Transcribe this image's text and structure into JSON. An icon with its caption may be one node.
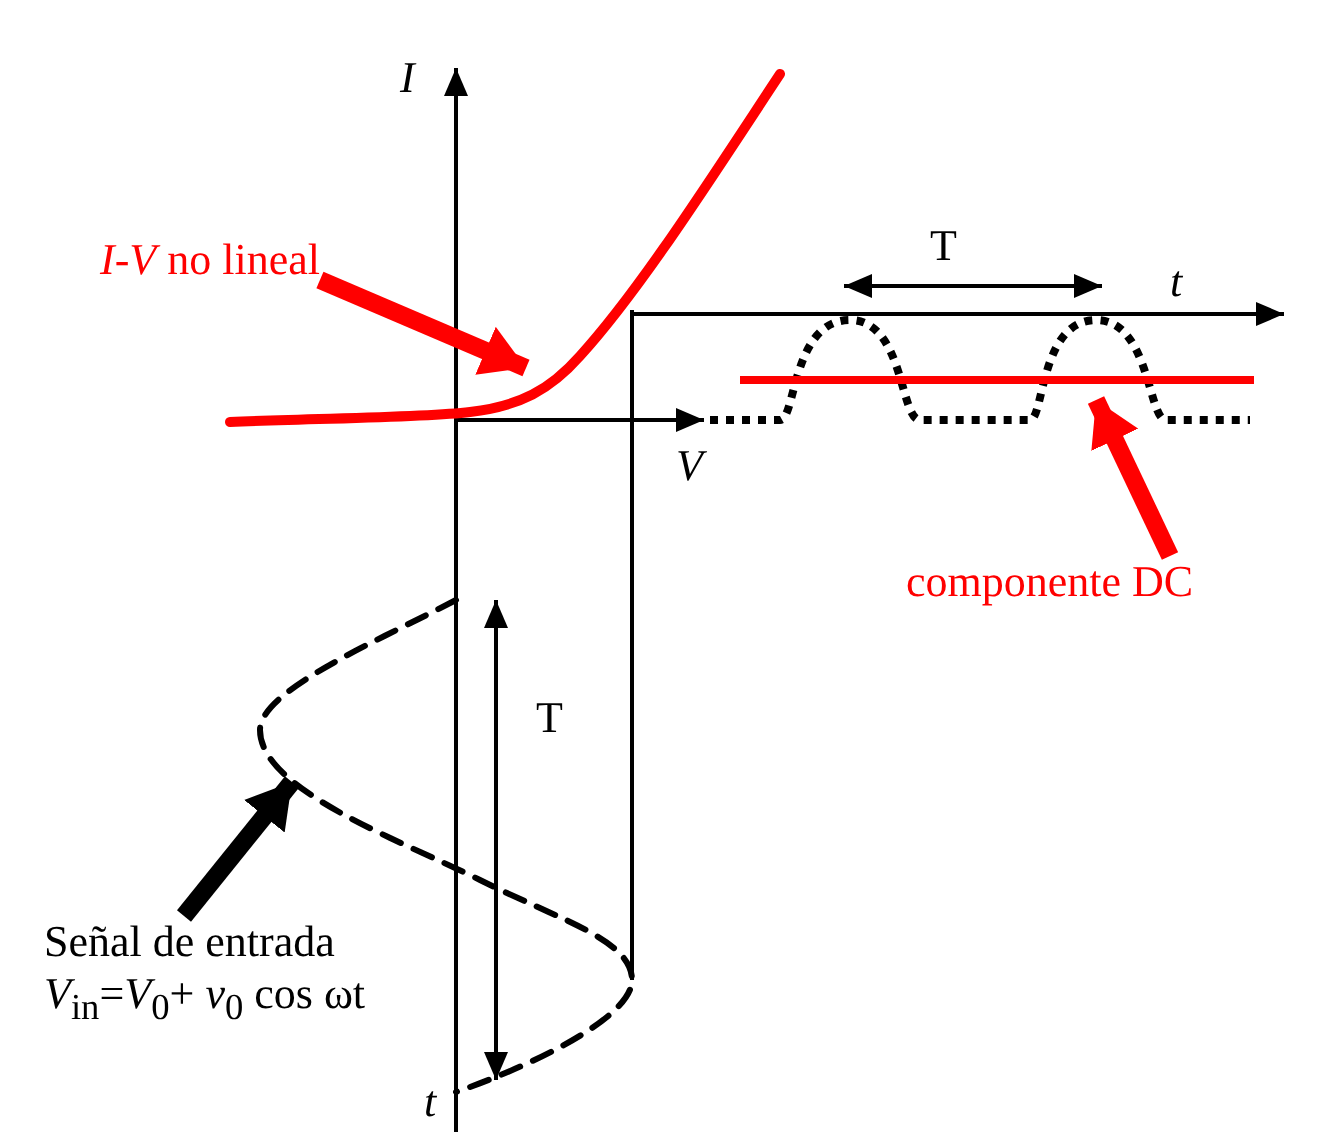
{
  "diagram": {
    "nodes": [
      {
        "text": [
          "*I-V* no lineal"
        ]
      },
      {
        "text": [],
        "shape": "curve"
      },
      {
        "text": [
          "componente DC"
        ]
      },
      {
        "text": [],
        "shape": "line"
      },
      {
        "text": [
          "Señal de entrada",
          "*V*$_{in}$=*V*$_{0}$+ *v*$_{0}$ cos ωt"
        ]
      },
      {
        "text": [],
        "shape": "curve"
      }
    ],
    "edges": [
      {
        "from": 0,
        "to": 1,
        "arrow": "to",
        "color": "#ff0000"
      },
      {
        "from": 2,
        "to": 3,
        "arrow": "to",
        "color": "#ff0000"
      },
      {
        "from": 4,
        "to": 5,
        "arrow": "to",
        "color": "#000000"
      },
      {
        "from": 1,
        "to": 5,
        "arrow": "none",
        "color": "#000000"
      }
    ],
    "labels": [
      "I",
      "T",
      "t",
      "V",
      "T",
      "t"
    ]
  }
}
